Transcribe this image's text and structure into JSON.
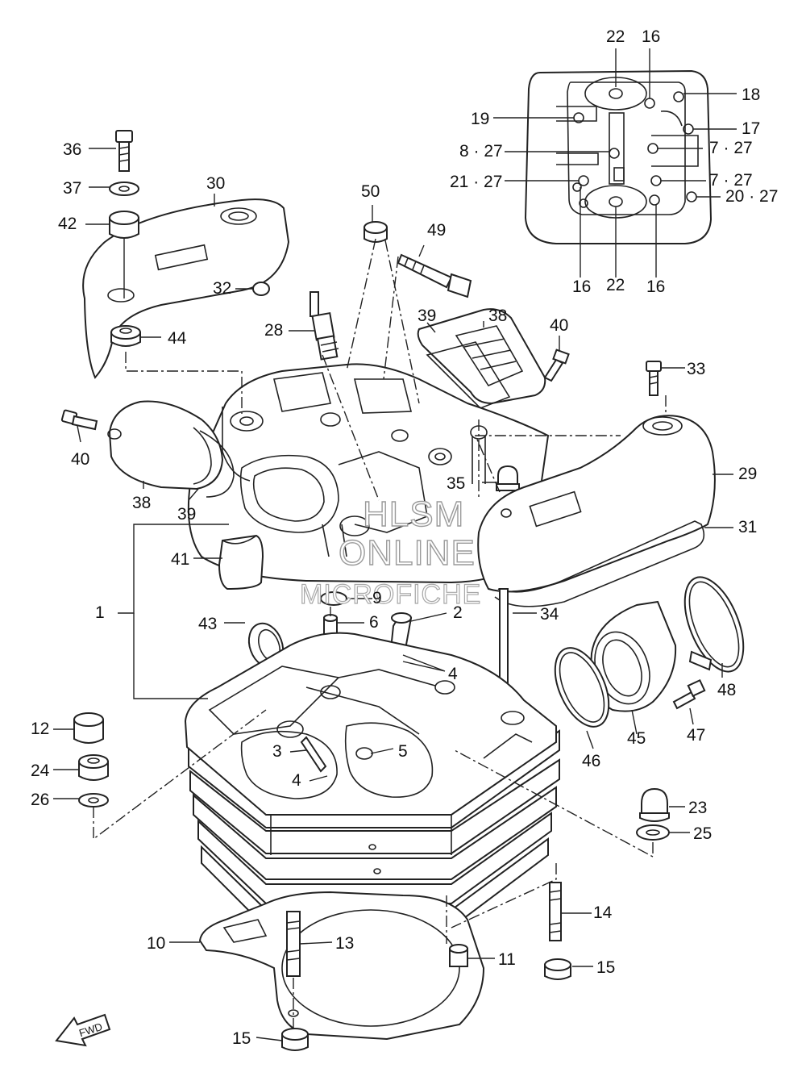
{
  "diagram": {
    "labels": [
      {
        "id": "l1",
        "text": "1"
      },
      {
        "id": "l2",
        "text": "2"
      },
      {
        "id": "l3",
        "text": "3"
      },
      {
        "id": "l4a",
        "text": "4"
      },
      {
        "id": "l4b",
        "text": "4"
      },
      {
        "id": "l5",
        "text": "5"
      },
      {
        "id": "l6",
        "text": "6"
      },
      {
        "id": "l7a",
        "text": "7 · 27"
      },
      {
        "id": "l7b",
        "text": "7 · 27"
      },
      {
        "id": "l8",
        "text": "8 · 27"
      },
      {
        "id": "l9",
        "text": "9"
      },
      {
        "id": "l10",
        "text": "10"
      },
      {
        "id": "l11",
        "text": "11"
      },
      {
        "id": "l12",
        "text": "12"
      },
      {
        "id": "l13",
        "text": "13"
      },
      {
        "id": "l14",
        "text": "14"
      },
      {
        "id": "l15a",
        "text": "15"
      },
      {
        "id": "l15b",
        "text": "15"
      },
      {
        "id": "l16a",
        "text": "16"
      },
      {
        "id": "l16b",
        "text": "16"
      },
      {
        "id": "l16c",
        "text": "16"
      },
      {
        "id": "l17",
        "text": "17"
      },
      {
        "id": "l18",
        "text": "18"
      },
      {
        "id": "l19",
        "text": "19"
      },
      {
        "id": "l20",
        "text": "20 · 27"
      },
      {
        "id": "l21",
        "text": "21 · 27"
      },
      {
        "id": "l22a",
        "text": "22"
      },
      {
        "id": "l22b",
        "text": "22"
      },
      {
        "id": "l23",
        "text": "23"
      },
      {
        "id": "l24",
        "text": "24"
      },
      {
        "id": "l25",
        "text": "25"
      },
      {
        "id": "l26",
        "text": "26"
      },
      {
        "id": "l28",
        "text": "28"
      },
      {
        "id": "l29",
        "text": "29"
      },
      {
        "id": "l30",
        "text": "30"
      },
      {
        "id": "l31",
        "text": "31"
      },
      {
        "id": "l32",
        "text": "32"
      },
      {
        "id": "l33",
        "text": "33"
      },
      {
        "id": "l34",
        "text": "34"
      },
      {
        "id": "l35",
        "text": "35"
      },
      {
        "id": "l36",
        "text": "36"
      },
      {
        "id": "l37",
        "text": "37"
      },
      {
        "id": "l38a",
        "text": "38"
      },
      {
        "id": "l38b",
        "text": "38"
      },
      {
        "id": "l39a",
        "text": "39"
      },
      {
        "id": "l39b",
        "text": "39"
      },
      {
        "id": "l40a",
        "text": "40"
      },
      {
        "id": "l40b",
        "text": "40"
      },
      {
        "id": "l41",
        "text": "41"
      },
      {
        "id": "l42",
        "text": "42"
      },
      {
        "id": "l43",
        "text": "43"
      },
      {
        "id": "l44",
        "text": "44"
      },
      {
        "id": "l45",
        "text": "45"
      },
      {
        "id": "l46",
        "text": "46"
      },
      {
        "id": "l47",
        "text": "47"
      },
      {
        "id": "l48",
        "text": "48"
      },
      {
        "id": "l49",
        "text": "49"
      },
      {
        "id": "l50",
        "text": "50"
      }
    ],
    "watermark": {
      "line1": "HLSM",
      "line2": "ONLINE",
      "line3": "MICROFICHE"
    },
    "fwd_label": "FWD"
  }
}
